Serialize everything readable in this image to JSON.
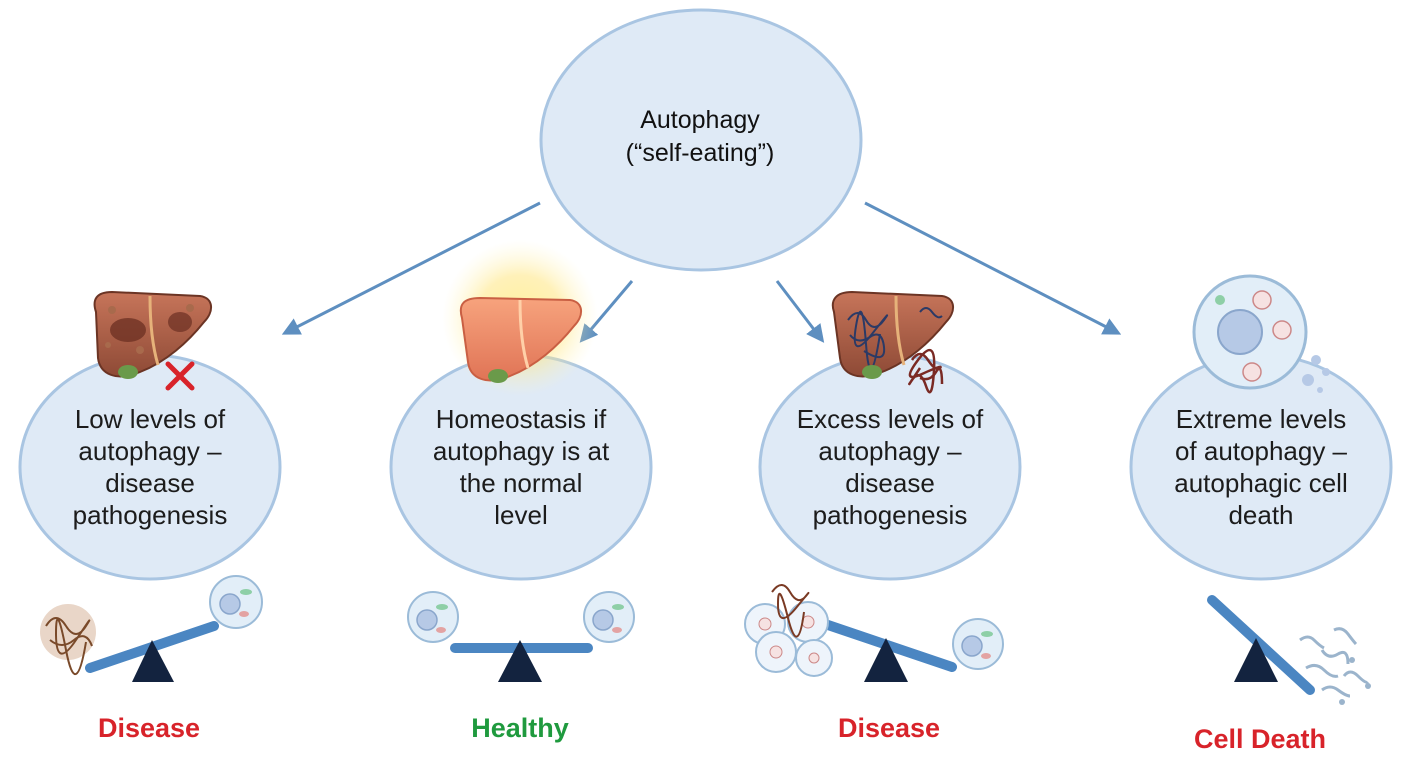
{
  "colors": {
    "bubble_fill": "#dfeaf6",
    "bubble_stroke": "#a9c5e2",
    "arrow": "#5e8fc0",
    "seesaw": "#4b86c2",
    "fulcrum": "#13233f",
    "disease": "#d8232a",
    "healthy": "#1f9a3e",
    "cell_death": "#d8232a"
  },
  "center": {
    "line1": "Autophagy",
    "line2": "(“self-eating”)"
  },
  "stages": [
    {
      "lines": [
        "Low levels of",
        "autophagy –",
        "disease",
        "pathogenesis"
      ],
      "outcome": "Disease",
      "liver_icon": "damaged-liver-icon",
      "marker_icon": "red-x-icon"
    },
    {
      "lines": [
        "Homeostasis if",
        "autophagy is at",
        "the normal",
        "level"
      ],
      "outcome": "Healthy",
      "liver_icon": "healthy-liver-icon",
      "marker_icon": "glow-icon"
    },
    {
      "lines": [
        "Excess levels of",
        "autophagy –",
        "disease",
        "pathogenesis"
      ],
      "outcome": "Disease",
      "liver_icon": "aggregate-liver-icon",
      "marker_icon": "protein-aggregate-icon"
    },
    {
      "lines": [
        "Extreme levels",
        "of autophagy –",
        "autophagic cell",
        "death"
      ],
      "outcome": "Cell Death",
      "liver_icon": "bursting-cell-icon",
      "marker_icon": "cell-debris-icon"
    }
  ]
}
